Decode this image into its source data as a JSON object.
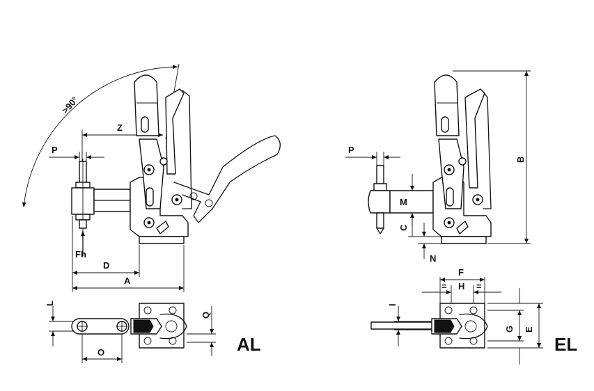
{
  "drawing": {
    "views": [
      {
        "name": "AL"
      },
      {
        "name": "EL"
      }
    ],
    "labels": {
      "angle": ">90°",
      "Z": "Z",
      "P_left": "P",
      "Fh": "Fh",
      "D": "D",
      "A": "A",
      "L": "L",
      "O": "O",
      "Q": "Q",
      "P_right": "P",
      "M": "M",
      "C": "C",
      "N": "N",
      "B": "B",
      "F": "F",
      "H": "H",
      "eq1": "=",
      "eq2": "=",
      "I": "I",
      "G": "G",
      "E": "E"
    }
  }
}
